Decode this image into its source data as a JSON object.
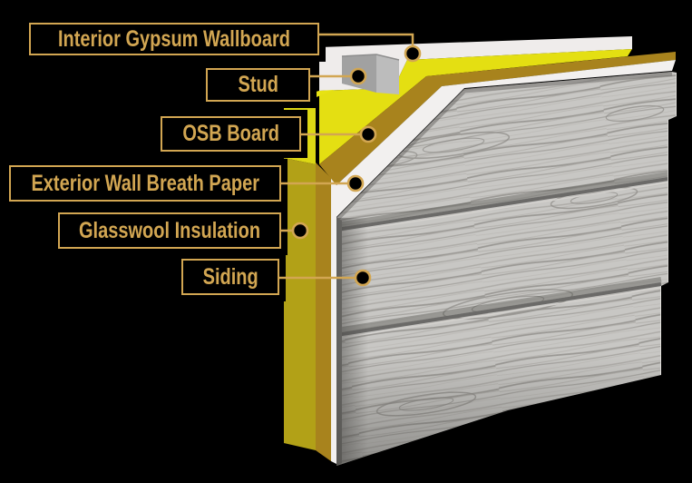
{
  "diagram": {
    "type": "wall-construction-cutaway",
    "labels": [
      {
        "id": "interior-gypsum-wallboard",
        "text": "Interior Gypsum Wallboard"
      },
      {
        "id": "stud",
        "text": "Stud"
      },
      {
        "id": "osb-board",
        "text": "OSB Board"
      },
      {
        "id": "exterior-wall-breath-paper",
        "text": "Exterior Wall Breath Paper"
      },
      {
        "id": "glasswool-insulation",
        "text": "Glasswool Insulation"
      },
      {
        "id": "siding",
        "text": "Siding"
      }
    ],
    "colors": {
      "background": "#000000",
      "label_gold": "#d2a652",
      "insulation_yellow_bright": "#e4df12",
      "insulation_yellow_dark": "#b2a117",
      "osb_gold": "#a8831d",
      "breath_paper_white": "#f2f0ef",
      "gypsum_white": "#efeceb",
      "siding_gray": "#c8c7c4",
      "siding_gap_gray": "#6b6a68",
      "stud_gray_left": "#a1a1a1",
      "stud_gray_right": "#bcbcbc"
    }
  }
}
